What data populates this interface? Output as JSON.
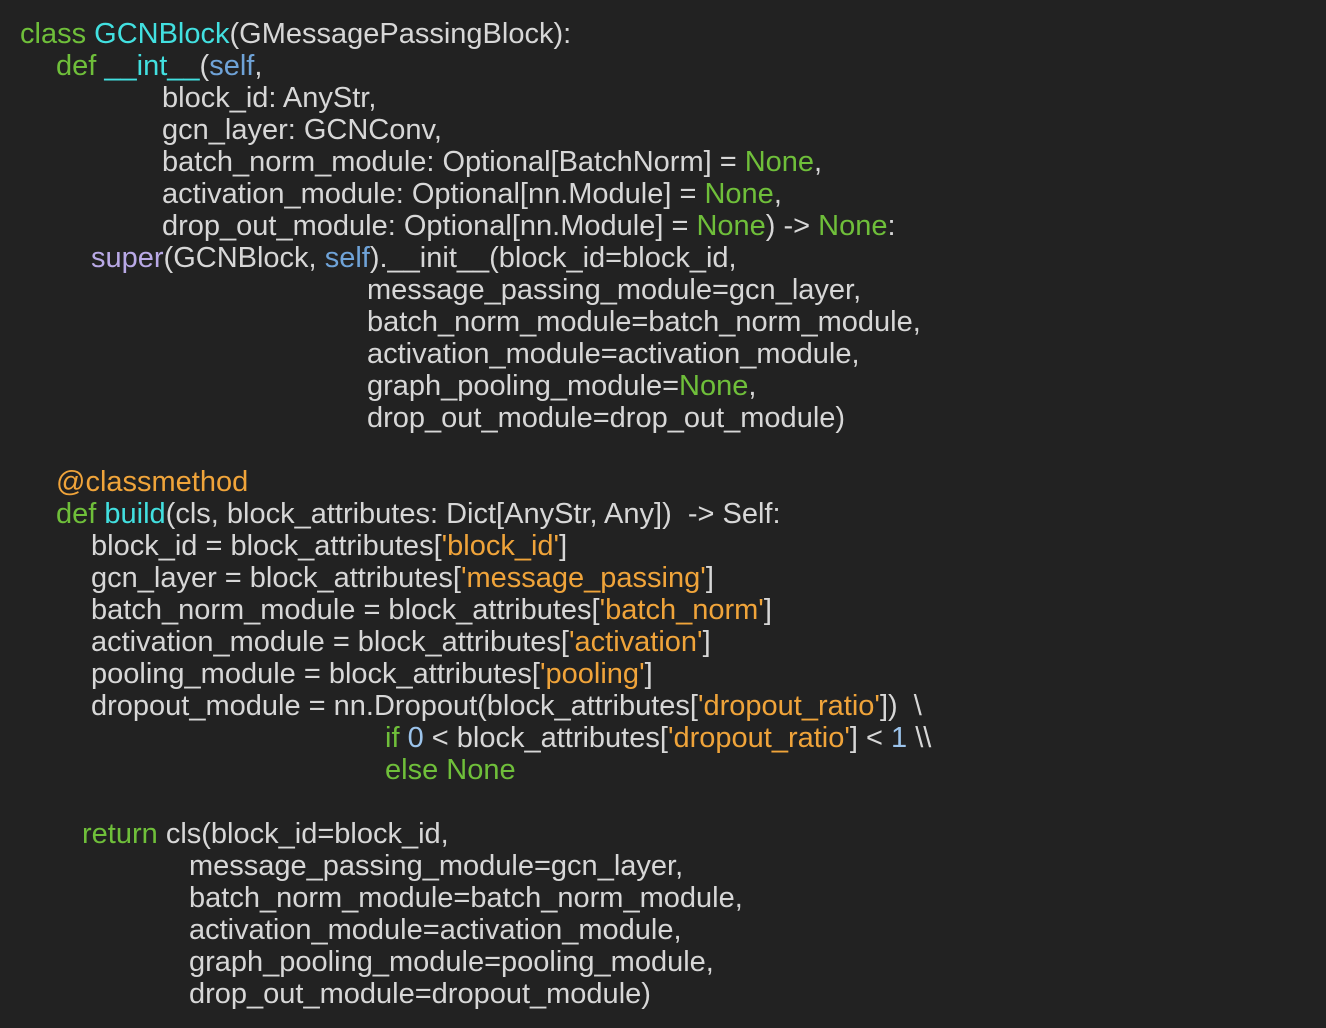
{
  "code": {
    "lines": [
      {
        "tokens": [
          {
            "t": "class ",
            "c": "k"
          },
          {
            "t": "GCNBlock",
            "c": "c"
          },
          {
            "t": "(GMessagePassingBlock):",
            "c": ""
          }
        ]
      },
      {
        "tokens": [
          {
            "t": "def ",
            "c": "k"
          },
          {
            "t": "__int__",
            "c": "c"
          },
          {
            "t": "(",
            "c": ""
          },
          {
            "t": "self",
            "c": "s"
          },
          {
            "t": ",",
            "c": ""
          }
        ]
      },
      {
        "tokens": [
          {
            "t": "block_id: AnyStr,",
            "c": ""
          }
        ]
      },
      {
        "tokens": [
          {
            "t": "gcn_layer: GCNConv,",
            "c": ""
          }
        ]
      },
      {
        "tokens": [
          {
            "t": "batch_norm_module: Optional[BatchNorm] = ",
            "c": ""
          },
          {
            "t": "None",
            "c": "k"
          },
          {
            "t": ",",
            "c": ""
          }
        ]
      },
      {
        "tokens": [
          {
            "t": "activation_module: Optional[nn.Module] = ",
            "c": ""
          },
          {
            "t": "None",
            "c": "k"
          },
          {
            "t": ",",
            "c": ""
          }
        ]
      },
      {
        "tokens": [
          {
            "t": "drop_out_module: Optional[nn.Module] = ",
            "c": ""
          },
          {
            "t": "None",
            "c": "k"
          },
          {
            "t": ") -> ",
            "c": ""
          },
          {
            "t": "None",
            "c": "k"
          },
          {
            "t": ":",
            "c": ""
          }
        ]
      },
      {
        "tokens": [
          {
            "t": "super",
            "c": "p"
          },
          {
            "t": "(GCNBlock, ",
            "c": ""
          },
          {
            "t": "self",
            "c": "s"
          },
          {
            "t": ").__init__(block_id=block_id,",
            "c": ""
          }
        ]
      },
      {
        "tokens": [
          {
            "t": "message_passing_module=gcn_layer,",
            "c": ""
          }
        ]
      },
      {
        "tokens": [
          {
            "t": "batch_norm_module=batch_norm_module,",
            "c": ""
          }
        ]
      },
      {
        "tokens": [
          {
            "t": "activation_module=activation_module,",
            "c": ""
          }
        ]
      },
      {
        "tokens": [
          {
            "t": "graph_pooling_module=",
            "c": ""
          },
          {
            "t": "None",
            "c": "k"
          },
          {
            "t": ",",
            "c": ""
          }
        ]
      },
      {
        "tokens": [
          {
            "t": "drop_out_module=drop_out_module)",
            "c": ""
          }
        ]
      },
      {
        "tokens": [
          {
            "t": "@classmethod",
            "c": "o"
          }
        ]
      },
      {
        "tokens": [
          {
            "t": "def ",
            "c": "k"
          },
          {
            "t": "build",
            "c": "c"
          },
          {
            "t": "(cls, block_attributes: Dict[AnyStr, Any])  -> Self:",
            "c": ""
          }
        ]
      },
      {
        "tokens": [
          {
            "t": "block_id = block_attributes[",
            "c": ""
          },
          {
            "t": "'block_id'",
            "c": "o"
          },
          {
            "t": "]",
            "c": ""
          }
        ]
      },
      {
        "tokens": [
          {
            "t": "gcn_layer = block_attributes[",
            "c": ""
          },
          {
            "t": "'message_passing'",
            "c": "o"
          },
          {
            "t": "]",
            "c": ""
          }
        ]
      },
      {
        "tokens": [
          {
            "t": "batch_norm_module = block_attributes[",
            "c": ""
          },
          {
            "t": "'batch_norm'",
            "c": "o"
          },
          {
            "t": "]",
            "c": ""
          }
        ]
      },
      {
        "tokens": [
          {
            "t": "activation_module = block_attributes[",
            "c": ""
          },
          {
            "t": "'activation'",
            "c": "o"
          },
          {
            "t": "]",
            "c": ""
          }
        ]
      },
      {
        "tokens": [
          {
            "t": "pooling_module = block_attributes[",
            "c": ""
          },
          {
            "t": "'pooling'",
            "c": "o"
          },
          {
            "t": "]",
            "c": ""
          }
        ]
      },
      {
        "tokens": [
          {
            "t": "dropout_module = nn.Dropout(block_attributes[",
            "c": ""
          },
          {
            "t": "'dropout_ratio'",
            "c": "o"
          },
          {
            "t": "])  \\",
            "c": ""
          }
        ]
      },
      {
        "tokens": [
          {
            "t": "if ",
            "c": "k"
          },
          {
            "t": "0",
            "c": "n"
          },
          {
            "t": " < block_attributes[",
            "c": ""
          },
          {
            "t": "'dropout_ratio'",
            "c": "o"
          },
          {
            "t": "] < ",
            "c": ""
          },
          {
            "t": "1",
            "c": "n"
          },
          {
            "t": " \\\\",
            "c": ""
          }
        ]
      },
      {
        "tokens": [
          {
            "t": "else None",
            "c": "k"
          }
        ]
      },
      {
        "tokens": [
          {
            "t": "return ",
            "c": "k"
          },
          {
            "t": "cls(block_id=block_id,",
            "c": ""
          }
        ]
      },
      {
        "tokens": [
          {
            "t": "message_passing_module=gcn_layer,",
            "c": ""
          }
        ]
      },
      {
        "tokens": [
          {
            "t": "batch_norm_module=batch_norm_module,",
            "c": ""
          }
        ]
      },
      {
        "tokens": [
          {
            "t": "activation_module=activation_module,",
            "c": ""
          }
        ]
      },
      {
        "tokens": [
          {
            "t": "graph_pooling_module=pooling_module,",
            "c": ""
          }
        ]
      },
      {
        "tokens": [
          {
            "t": "drop_out_module=dropout_module)",
            "c": ""
          }
        ]
      }
    ]
  }
}
